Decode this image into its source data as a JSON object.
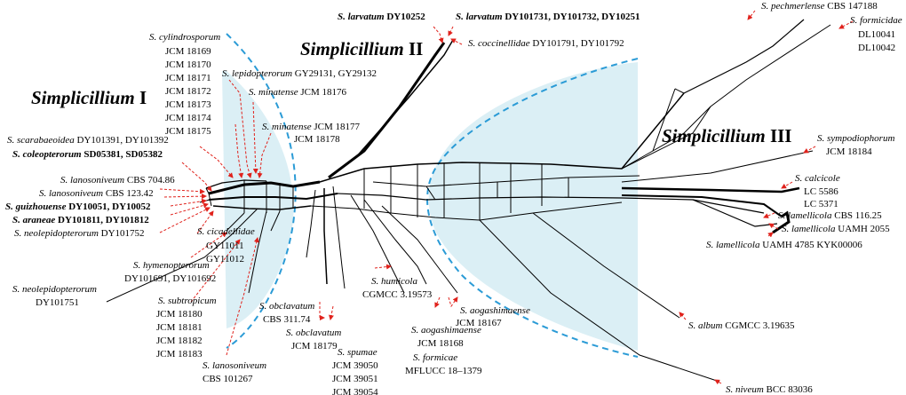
{
  "groups": {
    "g1": {
      "name": "Simplicillium",
      "num": "I"
    },
    "g2": {
      "name": "Simplicillium",
      "num": "II"
    },
    "g3": {
      "name": "Simplicillium",
      "num": "III"
    }
  },
  "taxa": {
    "larvatum1": {
      "sp": "S. larvatum",
      "strain": "DY10252"
    },
    "larvatum2": {
      "sp": "S. larvatum",
      "strain": "DY101731, DY101732, DY10251"
    },
    "coccinellidae": {
      "sp": "S. coccinellidae",
      "strain": "DY101791, DY101792"
    },
    "pechmerlense": {
      "sp": "S. pechmerlense",
      "strain": "CBS 147188"
    },
    "formicidae": {
      "sp": "S. formicidae",
      "s1": "DL10041",
      "s2": "DL10042"
    },
    "cylindrosporum": {
      "sp": "S. cylindrosporum",
      "strains": [
        "JCM 18169",
        "JCM 18170",
        "JCM 18171",
        "JCM 18172",
        "JCM 18173",
        "JCM 18174",
        "JCM 18175"
      ]
    },
    "lepidopterorum": {
      "sp": "S. lepidopterorum",
      "strain": "GY29131, GY29132"
    },
    "minatense1": {
      "sp": "S. minatense",
      "strain": "JCM 18176"
    },
    "minatense2": {
      "sp": "S. minatense",
      "strain": "JCM 18177",
      "s2": "JCM 18178"
    },
    "scarabaeoidea": {
      "sp": "S. scarabaeoidea",
      "strain": "DY101391, DY101392"
    },
    "coleopterorum": {
      "sp": "S. coleopterorum",
      "strain": "SD05381, SD05382"
    },
    "lanosoniveum1": {
      "sp": "S. lanosoniveum",
      "strain": "CBS 704.86"
    },
    "lanosoniveum2": {
      "sp": "S. lanosoniveum",
      "strain": "CBS 123.42"
    },
    "guizhouense": {
      "sp": "S. guizhouense",
      "strain": "DY10051, DY10052"
    },
    "araneae": {
      "sp": "S. araneae",
      "strain": "DY101811, DY101812"
    },
    "neolepidopterorum1": {
      "sp": "S. neolepidopterorum",
      "strain": "DY101752"
    },
    "cicadellidae": {
      "sp": "S. cicadellidae",
      "s1": "GY11011",
      "s2": "GY11012"
    },
    "hymenopterorum": {
      "sp": "S. hymenopterorum",
      "strain": "DY101691, DY101692"
    },
    "neolepidopterorum2": {
      "sp": "S. neolepidopterorum",
      "strain": "DY101751"
    },
    "subtropicum": {
      "sp": "S. subtropicum",
      "strains": [
        "JCM 18180",
        "JCM 18181",
        "JCM 18182",
        "JCM 18183"
      ]
    },
    "lanosoniveum3": {
      "sp": "S. lanosoniveum",
      "strain": "CBS 101267"
    },
    "obclavatum1": {
      "sp": "S. obclavatum",
      "strain": "CBS 311.74"
    },
    "obclavatum2": {
      "sp": "S. obclavatum",
      "strain": "JCM 18179"
    },
    "spumae": {
      "sp": "S. spumae",
      "strains": [
        "JCM 39050",
        "JCM 39051",
        "JCM 39054"
      ]
    },
    "humicola": {
      "sp": "S. humicola",
      "strain": "CGMCC 3.19573"
    },
    "aogashimaense1": {
      "sp": "S. aogashimaense",
      "strain": "JCM 18167"
    },
    "aogashimaense2": {
      "sp": "S. aogashimaense",
      "strain": "JCM 18168"
    },
    "formicae": {
      "sp": "S. formicae",
      "strain": "MFLUCC 18–1379"
    },
    "sympodiophorum": {
      "sp": "S. sympodiophorum",
      "strain": "JCM 18184"
    },
    "calcicole": {
      "sp": "S. calcicole",
      "s1": "LC 5586",
      "s2": "LC 5371"
    },
    "lamellicola1": {
      "sp": "S. lamellicola",
      "strain": "CBS 116.25"
    },
    "lamellicola2": {
      "sp": "S. lamellicola",
      "strain": "UAMH 2055"
    },
    "lamellicola3": {
      "sp": "S. lamellicola",
      "strain": "UAMH 4785 KYK00006"
    },
    "album": {
      "sp": "S. album",
      "strain": "CGMCC 3.19635"
    },
    "niveum": {
      "sp": "S. niveum",
      "strain": "BCC 83036"
    }
  },
  "colors": {
    "arrow": "#e0221c",
    "shade": "#cfe9f2",
    "boundary": "#2b9bd6"
  }
}
